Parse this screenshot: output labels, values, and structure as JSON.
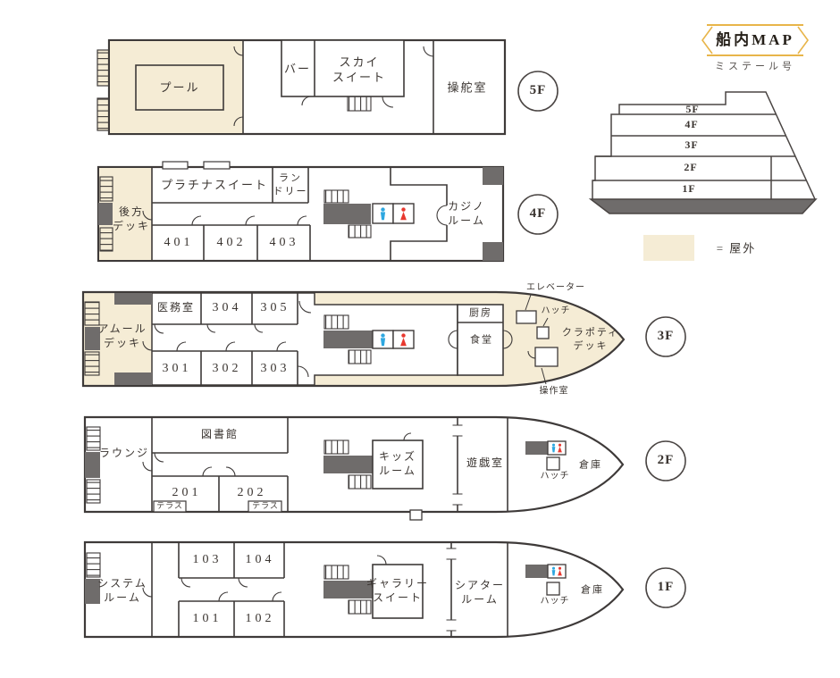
{
  "title_badge": {
    "label": "船内MAP",
    "subtitle": "ミステール号"
  },
  "legend": {
    "outdoor": "= 屋外"
  },
  "side_view": {
    "f5": "5F",
    "f4": "4F",
    "f3": "3F",
    "f2": "2F",
    "f1": "1F"
  },
  "floors": {
    "f5": {
      "badge": "5F",
      "pool": "プール",
      "bar": "バー",
      "sky_suite": "スカイ\nスイート",
      "bridge": "操舵室"
    },
    "f4": {
      "badge": "4F",
      "rear_deck": "後方\nデッキ",
      "platinum_suite": "プラチナスイート",
      "laundry": "ラン\nドリー",
      "room401": "401",
      "room402": "402",
      "room403": "403",
      "casino": "カジノ\nルーム"
    },
    "f3": {
      "badge": "3F",
      "amour_deck": "アムール\nデッキ",
      "medical_room": "医務室",
      "room304": "304",
      "room305": "305",
      "room301": "301",
      "room302": "302",
      "room303": "303",
      "kitchen": "厨房",
      "dining_hall": "食堂",
      "elevator": "エレベーター",
      "hatch": "ハッチ",
      "clapotis_deck": "クラポティ\nデッキ",
      "control_room": "操作室"
    },
    "f2": {
      "badge": "2F",
      "lounge": "ラウンジ",
      "library": "図書館",
      "room201": "201",
      "room202": "202",
      "terrace_201": "テラス",
      "terrace_202": "テラス",
      "kids_room": "キッズ\nルーム",
      "play_room": "遊戯室",
      "hatch": "ハッチ",
      "storage": "倉庫"
    },
    "f1": {
      "badge": "1F",
      "system_room": "システム\nルーム",
      "room103": "103",
      "room104": "104",
      "room101": "101",
      "room102": "102",
      "gallery_suite": "ギャラリー\nスイート",
      "theater_room": "シアター\nルーム",
      "hatch": "ハッチ",
      "storage": "倉庫"
    }
  },
  "colors": {
    "outdoor": "#f5ecd5",
    "wall": "#3e3a39",
    "block_gray": "#6f6c6b",
    "gold": "#e8b54a",
    "male_blue": "#2ea7e0",
    "female_red": "#e8382f"
  }
}
